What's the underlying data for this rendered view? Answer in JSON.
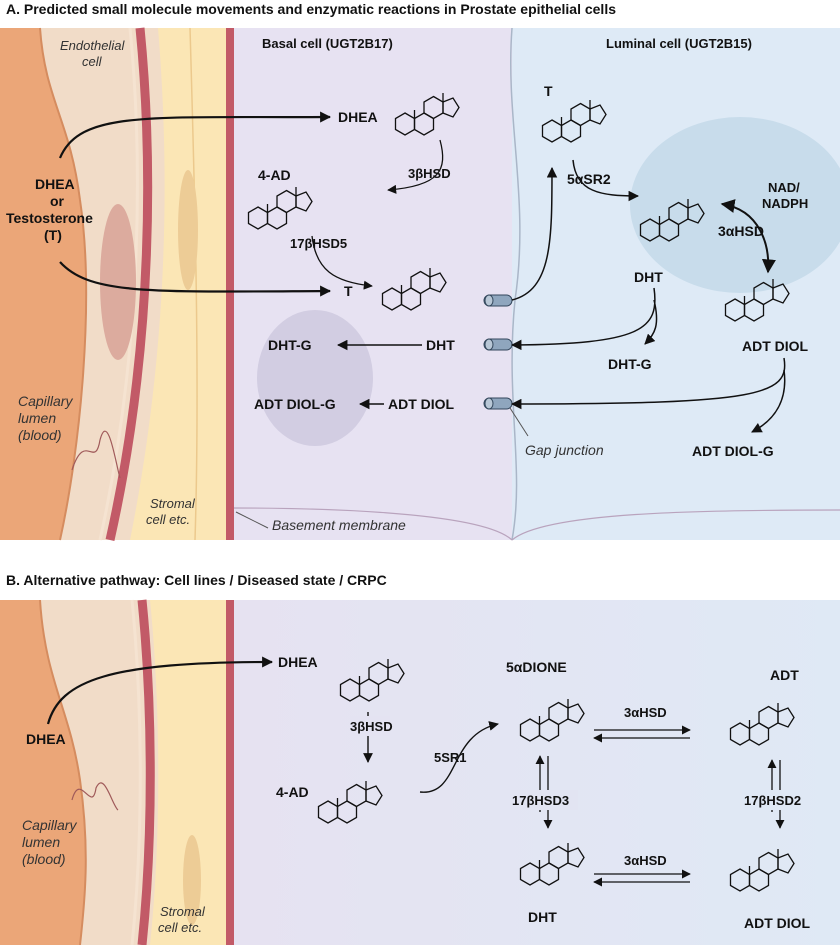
{
  "panel_a": {
    "title": "A.  Predicted small molecule movements and enzymatic reactions in Prostate epithelial cells",
    "endothelial_line1": "Endothelial",
    "endothelial_line2": "cell",
    "basal_title": "Basal cell (UGT2B17)",
    "luminal_title": "Luminal cell (UGT2B15)",
    "source_line1": "DHEA",
    "source_line2": "or",
    "source_line3": "Testosterone",
    "source_line4": "(T)",
    "capillary_line1": "Capillary",
    "capillary_line2": "lumen",
    "capillary_line3": "(blood)",
    "stromal_line1": "Stromal",
    "stromal_line2": "cell etc.",
    "basal": {
      "dhea": "DHEA",
      "hsd3b": "3βHSD",
      "ad4": "4-AD",
      "hsd17b5": "17βHSD5",
      "t": "T",
      "dht": "DHT",
      "dhtg": "DHT-G",
      "adtdiol": "ADT DIOL",
      "adtdiolg": "ADT DIOL-G"
    },
    "luminal": {
      "t": "T",
      "sr2": "5αSR2",
      "nad_line1": "NAD/",
      "nad_line2": "NADPH",
      "hsd3a": "3αHSD",
      "dht": "DHT",
      "dhtg": "DHT-G",
      "adtdiol": "ADT DIOL",
      "adtdiolg": "ADT DIOL-G"
    },
    "gap_junction": "Gap junction",
    "basement_membrane": "Basement membrane"
  },
  "panel_b": {
    "title": "B.  Alternative pathway:  Cell lines / Diseased state / CRPC",
    "source": "DHEA",
    "capillary_line1": "Capillary",
    "capillary_line2": "lumen",
    "capillary_line3": "(blood)",
    "stromal_line1": "Stromal",
    "stromal_line2": "cell etc.",
    "dhea": "DHEA",
    "hsd3b": "3βHSD",
    "ad4": "4-AD",
    "sr1": "5SR1",
    "dione": "5αDIONE",
    "hsd3a_top": "3αHSD",
    "adt": "ADT",
    "hsd17b3": "17βHSD3",
    "hsd17b2": "17βHSD2",
    "dht": "DHT",
    "hsd3a_bottom": "3αHSD",
    "adtdiol": "ADT DIOL"
  },
  "colors": {
    "capillary": "#eba678",
    "endothelium": "#f1dcc8",
    "membrane": "#c25a67",
    "stroma": "#fbe6b5",
    "basal_cell": "#e7e2f2",
    "luminal_cell": "#deeaf6",
    "nucleus_basal": "#d2cde2",
    "nucleus_luminal": "#c8dceb",
    "gap_junction": "#8fa6be"
  }
}
